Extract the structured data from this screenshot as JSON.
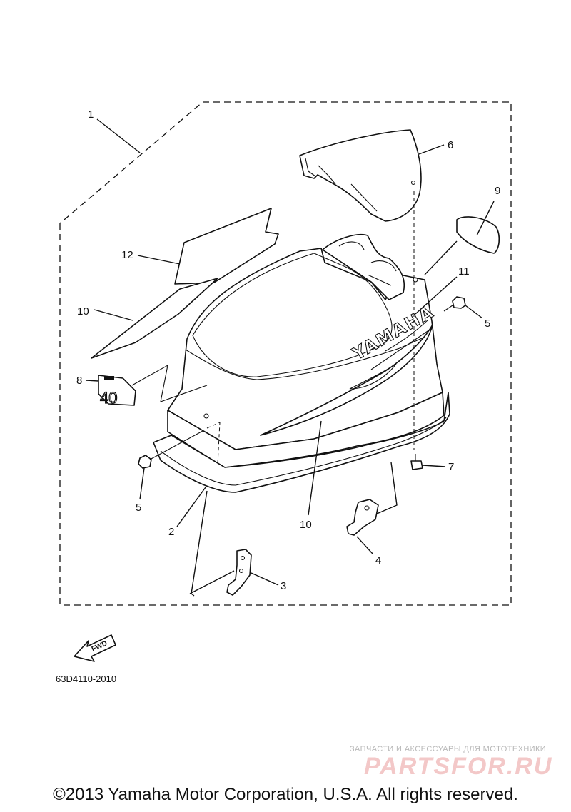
{
  "callouts": {
    "c1": "1",
    "c2": "2",
    "c3": "3",
    "c4": "4",
    "c5a": "5",
    "c5b": "5",
    "c6": "6",
    "c7": "7",
    "c8": "8",
    "c9": "9",
    "c10a": "10",
    "c10b": "10",
    "c11": "11",
    "c12": "12"
  },
  "cowl_logo": "YAMAHA",
  "decal_40": "40",
  "fwd_label": "FWD",
  "diagram_code": "63D4110-2010",
  "watermark": {
    "tagline": "ЗАПЧАСТИ И АКСЕССУАРЫ ДЛЯ МОТОТЕХНИКИ",
    "brand": "PARTSFOR.RU"
  },
  "copyright": "©2013 Yamaha Motor Corporation, U.S.A. All rights reserved."
}
